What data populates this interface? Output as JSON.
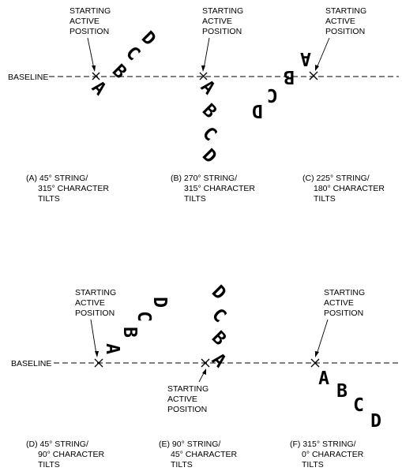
{
  "baseline_label": "BASELINE",
  "start_label": [
    "STARTING",
    "ACTIVE",
    "POSITION"
  ],
  "panels": [
    {
      "id": "A",
      "caption": [
        "(A) 45° STRING/",
        "315° CHARACTER",
        "TILTS"
      ],
      "string_angle": 45,
      "char_tilt": 315,
      "chars": [
        "A",
        "B",
        "C",
        "D"
      ]
    },
    {
      "id": "B",
      "caption": [
        "(B) 270° STRING/",
        "315° CHARACTER",
        "TILTS"
      ],
      "string_angle": 270,
      "char_tilt": 315,
      "chars": [
        "A",
        "B",
        "C",
        "D"
      ]
    },
    {
      "id": "C",
      "caption": [
        "(C) 225° STRING/",
        "180° CHARACTER",
        "TILTS"
      ],
      "string_angle": 225,
      "char_tilt": 180,
      "chars": [
        "A",
        "B",
        "C",
        "D"
      ]
    },
    {
      "id": "D",
      "caption": [
        "(D) 45° STRING/",
        "90° CHARACTER",
        "TILTS"
      ],
      "string_angle": 45,
      "char_tilt": 90,
      "chars": [
        "A",
        "B",
        "C",
        "D"
      ]
    },
    {
      "id": "E",
      "caption": [
        "(E) 90° STRING/",
        "45° CHARACTER",
        "TILTS"
      ],
      "string_angle": 90,
      "char_tilt": 45,
      "chars": [
        "A",
        "B",
        "C",
        "D"
      ]
    },
    {
      "id": "F",
      "caption": [
        "(F) 315° STRING/",
        "0° CHARACTER",
        "TILTS"
      ],
      "string_angle": 315,
      "char_tilt": 0,
      "chars": [
        "A",
        "B",
        "C",
        "D"
      ]
    }
  ]
}
